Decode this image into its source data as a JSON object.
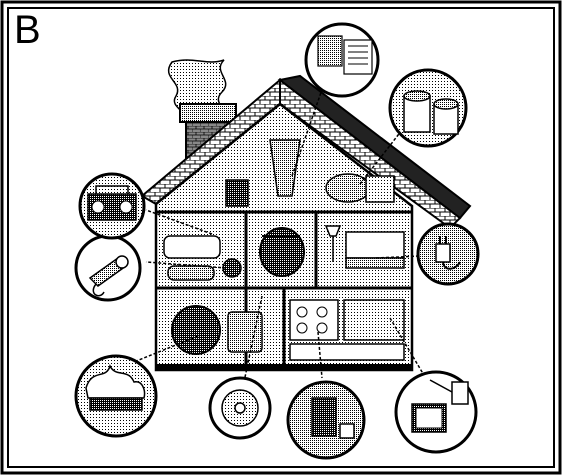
{
  "figure": {
    "panel_label": "B"
  },
  "colors": {
    "ink": "#000000",
    "paper": "#ffffff",
    "stipple_light": "#c8c8c8",
    "stipple_mid": "#9a9a9a",
    "stipple_dark": "#5a5a5a"
  },
  "callouts": [
    {
      "name": "newspapers-and-magazines",
      "icon": "newspaper-icon"
    },
    {
      "name": "paint-cans",
      "icon": "paint-can-icon"
    },
    {
      "name": "lamp-plug",
      "icon": "plug-icon"
    },
    {
      "name": "tv-and-outlet",
      "icon": "television-icon"
    },
    {
      "name": "trash-bin-and-cans",
      "icon": "trash-can-icon"
    },
    {
      "name": "smoke-detector",
      "icon": "smoke-detector-icon"
    },
    {
      "name": "fireplace-fire",
      "icon": "fire-icon"
    },
    {
      "name": "hair-dryer",
      "icon": "hair-dryer-icon"
    },
    {
      "name": "boombox-radio",
      "icon": "radio-icon"
    }
  ]
}
